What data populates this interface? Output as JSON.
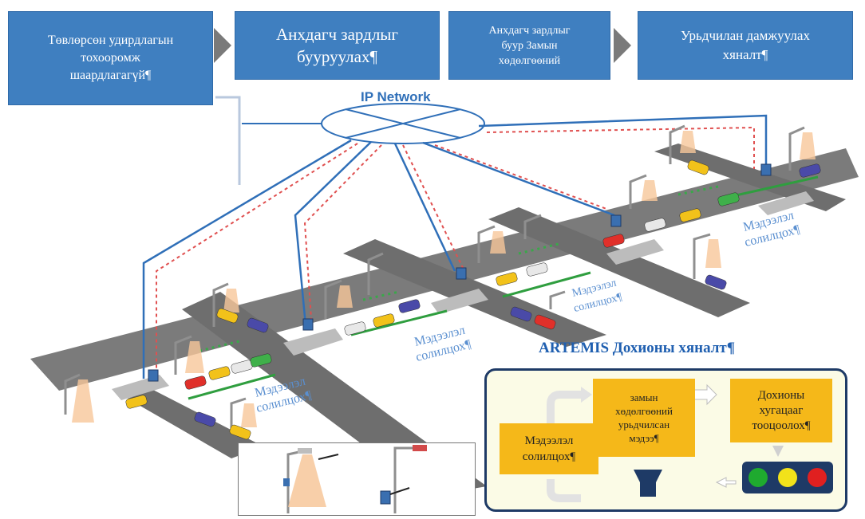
{
  "header_steps": [
    {
      "label": "Төвлөрсөн удирдлагын\nтохооромж\nшаардлагагүй¶"
    },
    {
      "label": "Анхдагч зардлыг\nбууруулах¶"
    },
    {
      "label": "Анхдагч зардлыг\nбуур Замын\nхөдөлгөөний"
    },
    {
      "label": "Урьдчилан дамжуулах\nхяналт¶"
    }
  ],
  "network": {
    "label": "IP Network"
  },
  "road_labels": [
    {
      "text": "Мэдээлэл\nсолилцох¶"
    },
    {
      "text": "Мэдээлэл\nсолилцох¶"
    },
    {
      "text": "Мэдээлэл\nсолилцох¶"
    },
    {
      "text": "Мэдээлэл\nсолилцох¶"
    }
  ],
  "artemis": {
    "title": "ARTEMIS Дохионы хяналт¶",
    "info_exchange": "Мэдээлэл\nсолилцох¶",
    "traffic_info": "замын\nхөдөлгөөний\nурьдчилсан\nмэдээ¶",
    "signal_calc": "Дохионы\nхугацааг\nтооцоолох¶"
  },
  "colors": {
    "step_fill": "#3f7fc0",
    "road": "#7b7b7b",
    "network_line": "#2f6fb8",
    "network_dash": "#e05050",
    "info_dash": "#3aa84a",
    "panel_yellow": "#f5b819",
    "light_green": "#1faa2f",
    "light_yellow": "#f2e21a",
    "light_red": "#e02020"
  },
  "icons": [
    "chevron-right-icon",
    "network-hub-icon",
    "street-lamp-icon",
    "car-icon",
    "detector-icon",
    "traffic-light-icon",
    "return-arrow-icon"
  ]
}
